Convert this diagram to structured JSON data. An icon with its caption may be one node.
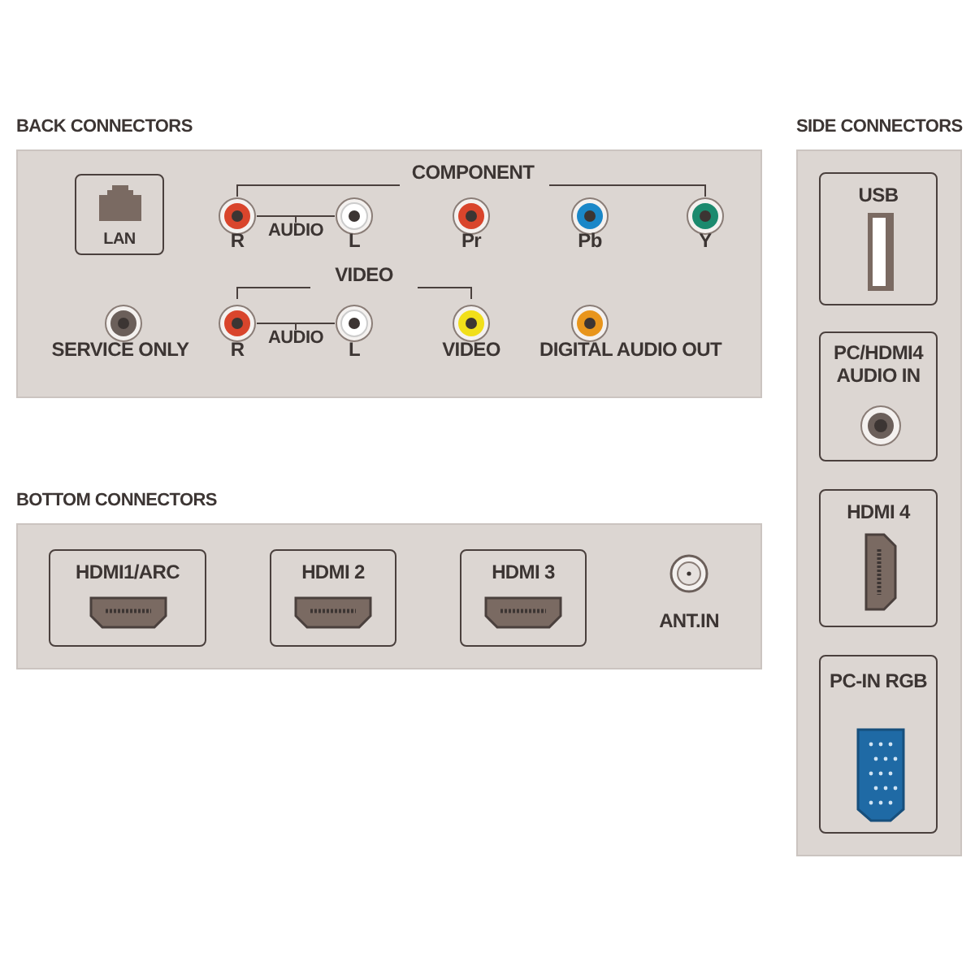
{
  "diagram": {
    "nodes": [
      {
        "text": [
          "BACK CONNECTORS"
        ]
      },
      {
        "text": [
          "LAN"
        ],
        "in": 0
      },
      {
        "text": [
          "BOTTOM CONNECTORS"
        ]
      },
      {
        "text": [
          "HDMI1/ARC"
        ],
        "in": 2
      },
      {
        "text": [
          "HDMI 2"
        ],
        "in": 2
      },
      {
        "text": [
          "HDMI 3"
        ],
        "in": 2
      },
      {
        "text": [
          "SIDE CONNECTORS"
        ]
      },
      {
        "text": [
          "USB"
        ],
        "in": 6
      },
      {
        "text": [
          "PC/HDMI4 AUDIO IN"
        ],
        "in": 6
      },
      {
        "text": [
          "HDMI 4"
        ],
        "in": 6
      },
      {
        "text": [
          "PC-IN RGB"
        ],
        "in": 6
      }
    ],
    "edges": [],
    "labels": [
      "COMPONENT",
      "AUDIO",
      "R",
      "L",
      "Pr",
      "Pb",
      "Y",
      "VIDEO",
      "SERVICE ONLY",
      "AUDIO",
      "R",
      "L",
      "VIDEO",
      "DIGITAL AUDIO OUT",
      "ANT.IN"
    ]
  }
}
